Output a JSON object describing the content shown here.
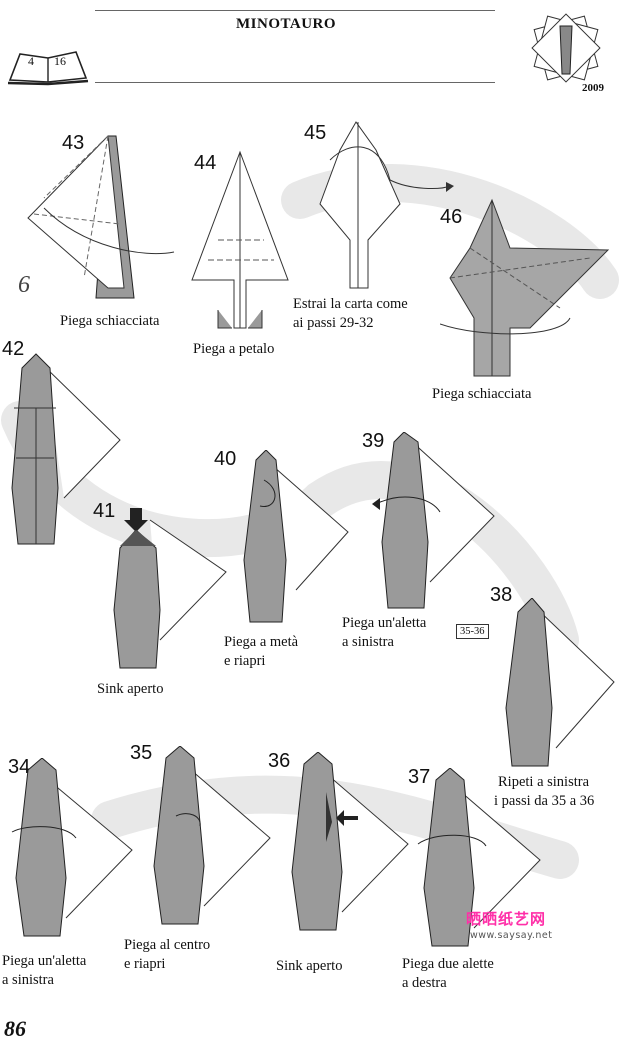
{
  "header": {
    "title": "MINOTAURO",
    "book_pages": [
      "4",
      "16"
    ],
    "year": "2009"
  },
  "page_number": "86",
  "markers": {
    "arrow_6": "6"
  },
  "steps": [
    {
      "num": "43",
      "caption": [
        "Piega schiacciata"
      ]
    },
    {
      "num": "44",
      "caption": [
        "Piega a petalo"
      ]
    },
    {
      "num": "45",
      "caption": [
        "Estrai la carta come",
        "ai passi 29-32"
      ]
    },
    {
      "num": "46",
      "caption": [
        "Piega schiacciata"
      ]
    },
    {
      "num": "42",
      "caption": []
    },
    {
      "num": "41",
      "caption": [
        "Sink aperto"
      ]
    },
    {
      "num": "40",
      "caption": [
        "Piega a metà",
        "e riapri"
      ]
    },
    {
      "num": "39",
      "caption": [
        "Piega un'aletta",
        "a sinistra"
      ]
    },
    {
      "num": "38",
      "caption": [
        "Ripeti a sinistra",
        "i passi da 35 a 36"
      ],
      "box_label": "35-36"
    },
    {
      "num": "34",
      "caption": [
        "Piega un'aletta",
        "a sinistra"
      ]
    },
    {
      "num": "35",
      "caption": [
        "Piega al centro",
        "e riapri"
      ]
    },
    {
      "num": "36",
      "caption": [
        "Sink aperto"
      ]
    },
    {
      "num": "37",
      "caption": [
        "Piega due alette",
        "a destra"
      ]
    }
  ],
  "watermark": {
    "cn": "晒晒纸艺网",
    "url": "www.saysay.net"
  },
  "colors": {
    "paper_gray": "#9a9a9a",
    "dark_gray": "#5a5a5a",
    "path_gray": "#e6e6e6",
    "pink": "#ff2fa8"
  }
}
